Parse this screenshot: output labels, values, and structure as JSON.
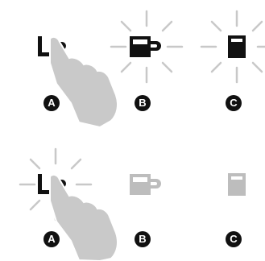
{
  "colors": {
    "icon_active": "#111111",
    "icon_inactive": "#bdbdbd",
    "glow_rays": "#c8c8c8",
    "hand": "#c9c9c9",
    "badge_bg": "#111111",
    "badge_text": "#ffffff"
  },
  "top_row": {
    "a": {
      "badge": "A",
      "icon": "espresso-cup-icon",
      "touched": true
    },
    "b": {
      "badge": "B",
      "icon": "lungo-cup-icon",
      "lit": true
    },
    "c": {
      "badge": "C",
      "icon": "tall-glass-icon",
      "lit": true
    }
  },
  "bottom_row": {
    "a": {
      "badge": "A",
      "icon": "espresso-cup-icon",
      "touched": true,
      "lit": true
    },
    "b": {
      "badge": "B",
      "icon": "lungo-cup-icon",
      "lit": false
    },
    "c": {
      "badge": "C",
      "icon": "tall-glass-icon",
      "lit": false
    }
  }
}
